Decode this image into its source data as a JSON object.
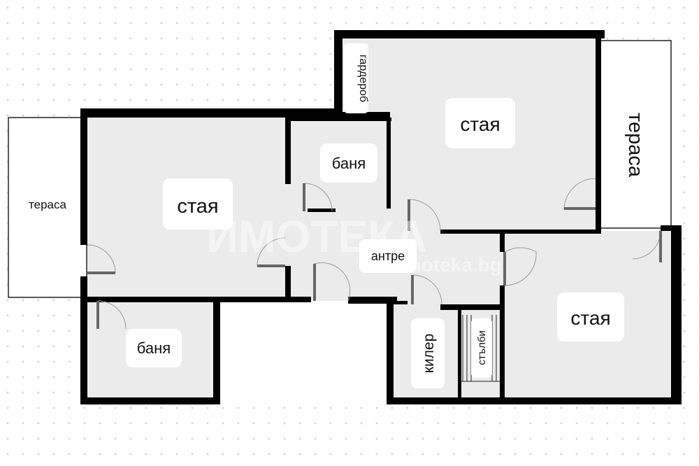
{
  "plan": {
    "rooms": {
      "terrace_left": "тераса",
      "room_left": "стая",
      "bath_bottom": "баня",
      "bath_top": "баня",
      "wardrobe": "гардероб",
      "room_top": "стая",
      "terrace_right": "тераса",
      "hall": "антре",
      "room_right": "стая",
      "pantry": "килер",
      "stairs": "стълби"
    },
    "watermark": {
      "logo": "ИМОТЕКА",
      "site": "imoteka.bg"
    }
  }
}
